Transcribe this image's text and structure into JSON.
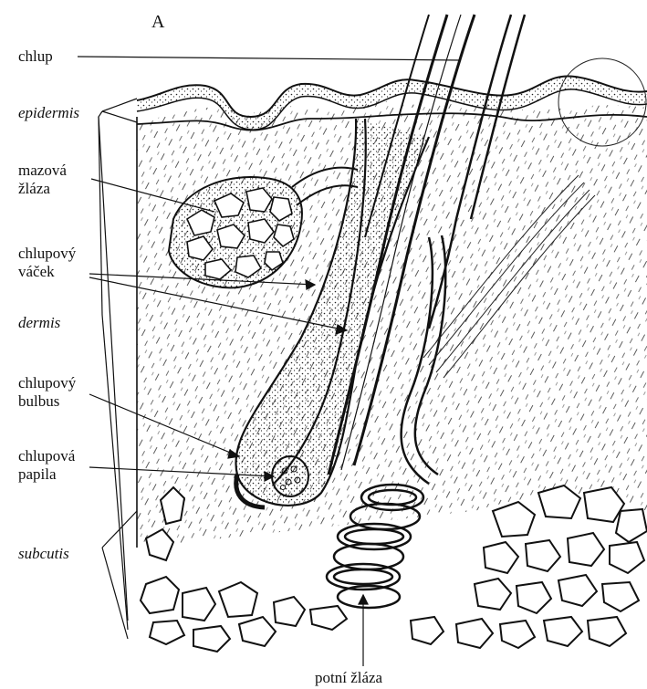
{
  "figure": {
    "panel_letter": "A"
  },
  "labels": {
    "chlup": "chlup",
    "epidermis": "epidermis",
    "mazova_line1": "mazová",
    "mazova_line2": "žláza",
    "vacek_line1": "chlupový",
    "vacek_line2": "váček",
    "dermis": "dermis",
    "bulbus_line1": "chlupový",
    "bulbus_line2": "bulbus",
    "papila_line1": "chlupová",
    "papila_line2": "papila",
    "subcutis": "subcutis",
    "potni_zlaza": "potní žláza"
  },
  "colors": {
    "ink": "#111111",
    "paper": "#ffffff"
  }
}
